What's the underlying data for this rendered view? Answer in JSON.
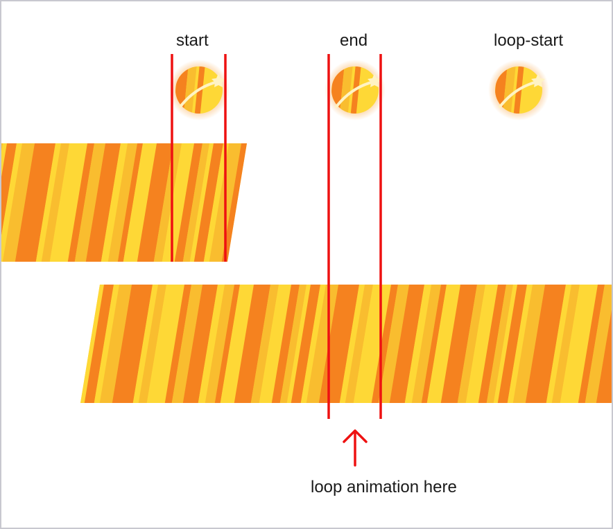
{
  "labels": {
    "start": "start",
    "end": "end",
    "loop_start": "loop-start",
    "caption": "loop animation here"
  },
  "colors": {
    "orange": "#f5821f",
    "amber": "#f9bd2f",
    "yellow": "#fed836",
    "marker": "#ee1111",
    "glow": "#f79a2e",
    "star": "#fff3c4",
    "border": "#c8c8cf"
  },
  "icons": [
    "shooting-star-ball-icon",
    "up-arrow-icon"
  ]
}
